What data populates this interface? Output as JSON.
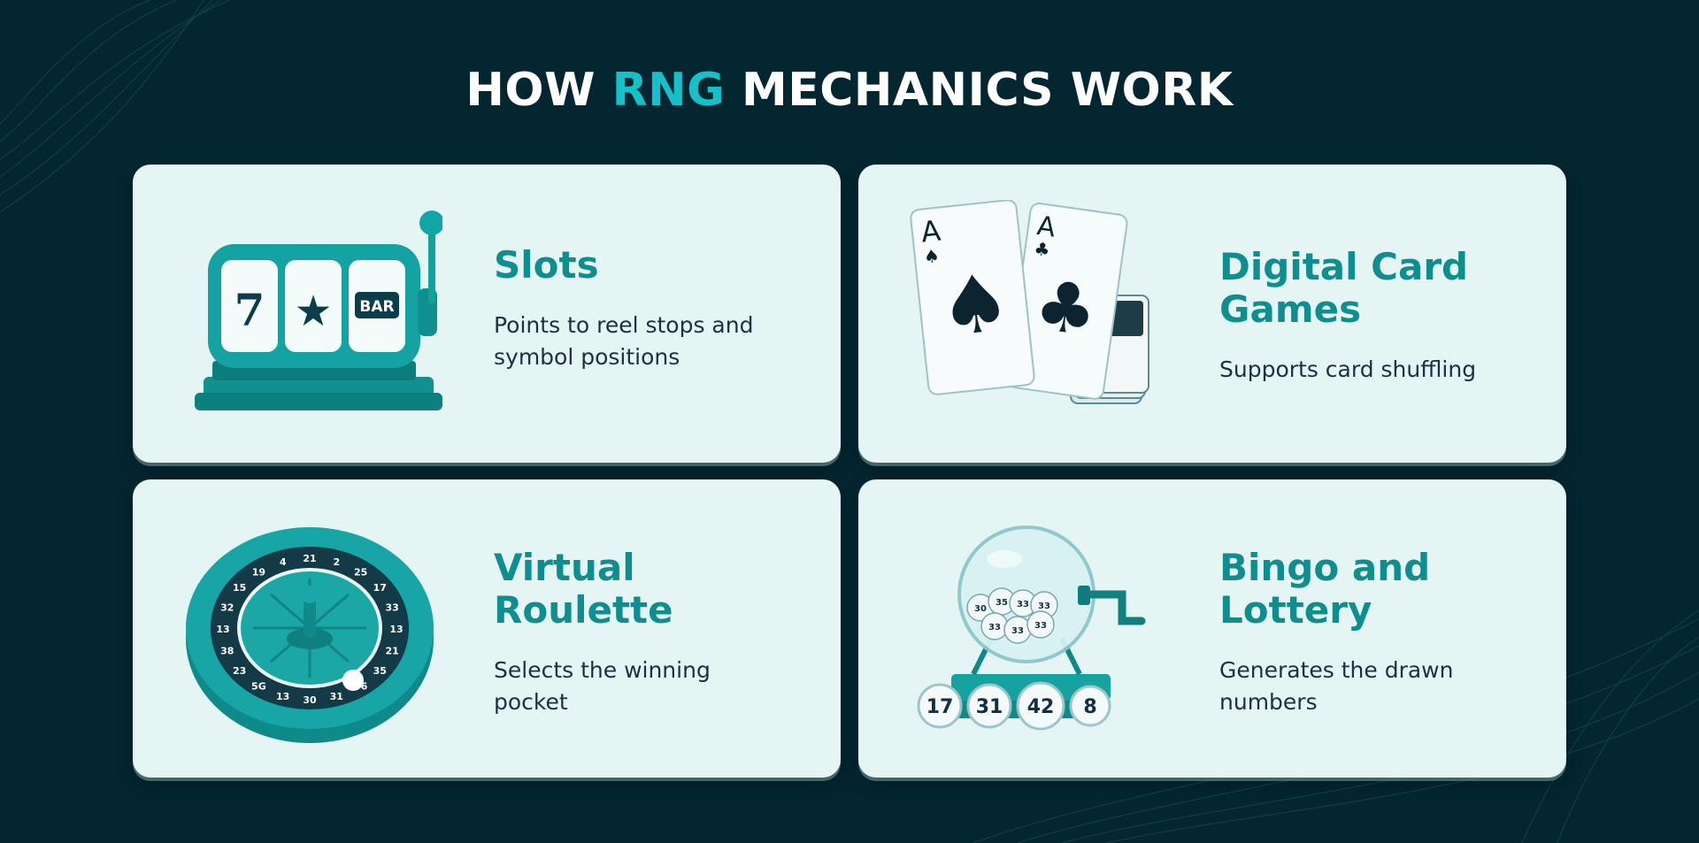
{
  "page": {
    "title_part1": "HOW ",
    "title_accent": "RNG",
    "title_part2": " MECHANICS WORK"
  },
  "colors": {
    "background": "#032631",
    "accent": "#16c0c8",
    "card": "#e4f5f4",
    "heading": "#0e8e8f",
    "text": "#1d2f45"
  },
  "cards": [
    {
      "heading": "Slots",
      "description": "Points to reel stops and symbol positions",
      "icon": "slot-machine-icon",
      "reel_symbols": [
        "7",
        "★",
        "BAR"
      ]
    },
    {
      "heading": "Digital Card Games",
      "description": "Supports card shuffling",
      "icon": "playing-cards-icon",
      "card_ranks": [
        "A",
        "A"
      ]
    },
    {
      "heading": "Virtual Roulette",
      "description": "Selects the winning pocket",
      "icon": "roulette-wheel-icon",
      "pocket_numbers": [
        "21",
        "2",
        "25",
        "17",
        "33",
        "13",
        "21",
        "35",
        "36",
        "31",
        "30",
        "13",
        "5G",
        "23",
        "38",
        "13",
        "32",
        "15",
        "19",
        "4"
      ]
    },
    {
      "heading": "Bingo and Lottery",
      "description": "Generates the drawn numbers",
      "icon": "lottery-machine-icon",
      "drum_balls": [
        "30",
        "35",
        "33",
        "33",
        "33",
        "33",
        "33"
      ],
      "drawn_balls": [
        "17",
        "31",
        "42",
        "8"
      ]
    }
  ]
}
